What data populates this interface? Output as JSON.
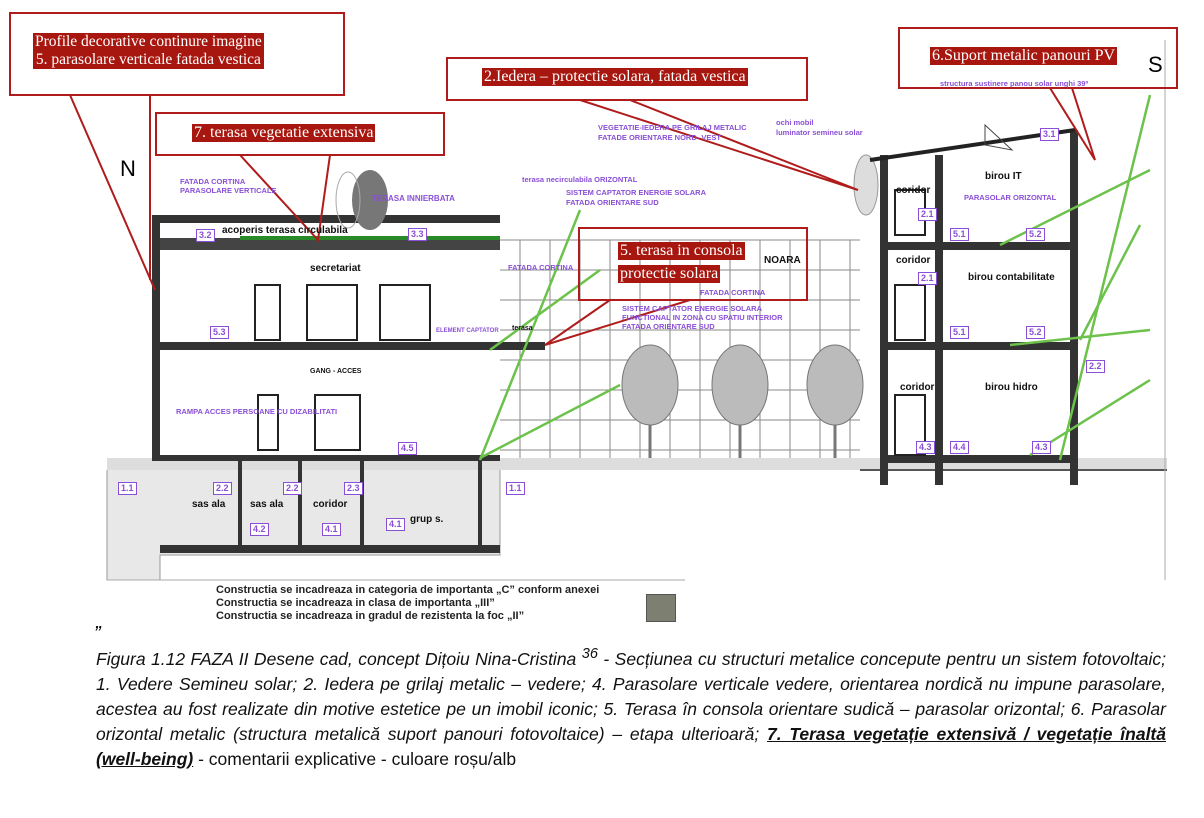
{
  "callouts": {
    "profile_line1": "Profile decorative continure imagine",
    "profile_line2": "5. parasolare verticale fatada vestica",
    "terasa_veg": "7. terasa vegetatie extensiva",
    "iedera": "2.Iedera – protectie solara, fatada vestica",
    "suport_pv": "6.Suport metalic panouri PV",
    "consola_line1": "5. terasa in consola",
    "consola_line2": "protectie solara"
  },
  "compass": {
    "north": "N",
    "south": "S"
  },
  "rooms": {
    "acoperis": "acoperis terasa circulabila",
    "secretariat": "secretariat",
    "gang": "GANG - ACCES",
    "terasa": "terasa",
    "coridor1": "coridor",
    "coridor2": "coridor",
    "coridor3": "coridor",
    "coridor_b": "coridor",
    "birou_it": "birou IT",
    "birou_cont": "birou contabilitate",
    "birou_hidro": "birou hidro",
    "sas1": "sas ala",
    "sas2": "sas ala",
    "grup": "grup s.",
    "mijloc": "NOARA"
  },
  "annotations": {
    "fatada_cortina_parasolare": "FATADA CORTINA\nPARASOLARE VERTICALE",
    "terasa_innierbata": "TERASA INNIERBATA",
    "terasa_necirculabila": "terasa necirculabila ORIZONTAL",
    "sistem_captator_sud": "SISTEM CAPTATOR ENERGIE SOLARA",
    "fatada_orientare_sud": "FATADA ORIENTARE SUD",
    "vegetatie_iedera": "VEGETATIE-IEDERA PE GRILAJ METALIC",
    "fatade_nord_vest": "FATADE ORIENTARE NORD- VEST",
    "ochi_mobil": "ochi mobil",
    "luminator": "luminator semineu solar",
    "structura_sustinere": "structura sustinere panou solar unghi 39º",
    "parasolar_orizontal": "PARASOLAR ORIZONTAL",
    "fatada_cortina1": "FATADA CORTINA",
    "fatada_cortina2": "FATADA CORTINA",
    "sistem_functional": "SISTEM CAPTATOR ENERGIE SOLARA",
    "functional_zona": "FUNCTIONAL IN ZONA CU SPATIU INTERIOR",
    "fatada_sud2": "FATADA ORIENTARE SUD",
    "element_captator": "ELEMENT CAPTATOR",
    "rampa": "RAMPA ACCES PERSOANE CU DIZABILITATI"
  },
  "tags": [
    "3.2",
    "3.3",
    "5.3",
    "4.5",
    "2.2",
    "2.2",
    "2.3",
    "4.2",
    "4.1",
    "4.1",
    "1.1",
    "1.1",
    "3.1",
    "2.1",
    "5.1",
    "5.2",
    "2.1",
    "5.1",
    "5.2",
    "2.2",
    "4.3",
    "4.4",
    "4.3"
  ],
  "notes": [
    "Constructia se incadreaza in categoria de importanta „C” conform anexei",
    "Constructia se incadreaza in clasa de importanta „III”",
    "Constructia se incadreaza in gradul de rezistenta la foc „II”"
  ],
  "quote_mark": "„",
  "caption": {
    "main": "Figura 1.12 FAZA II  Desene cad, concept Dițoiu Nina-Cristina ",
    "sup": "36",
    "rest": " - Secțiunea cu structuri metalice concepute pentru un sistem fotovoltaic; 1. Vedere Semineu solar; 2. Iedera pe grilaj metalic – vedere; 4. Parasolare verticale vedere, orientarea nordică nu impune parasolare, acestea au fost realizate din motive estetice pe  un  imobil iconic;  5. Terasa în consola orientare sudică – parasolar orizontal; 6. Parasolar orizontal metalic (structura metalică suport panouri fotovoltaice) – etapa ulterioară; ",
    "emphasis": "7. Terasa vegetație extensivă / vegetație înaltă (well-being)",
    "tail": " - comentarii explicative - culoare roșu/alb"
  }
}
